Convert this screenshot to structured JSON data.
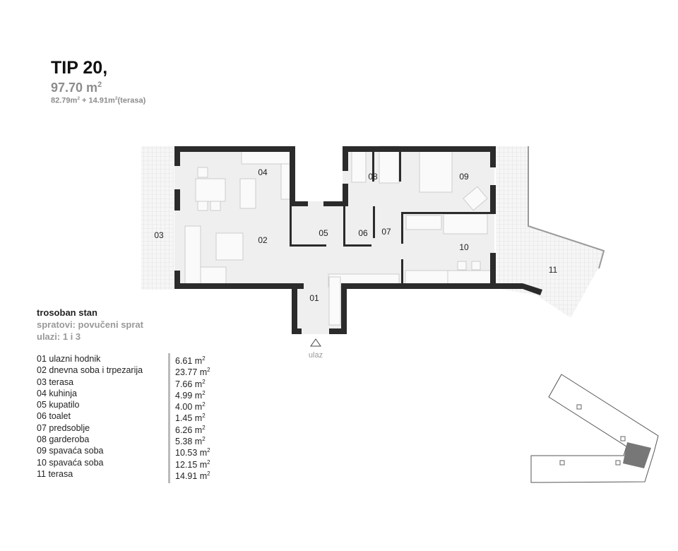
{
  "header": {
    "title": "TIP 20,",
    "total_area": "97.70 m",
    "total_area_sup": "2",
    "area_split_1": "82.79m",
    "area_split_2": " + 14.91m",
    "area_split_3": "(terasa)"
  },
  "info": {
    "type": "trosoban stan",
    "floors": "spratovi: povučeni sprat",
    "entries": "ulazi: 1 i 3"
  },
  "rooms": [
    {
      "name": "01 ulazni hodnik",
      "area": "6.61 m"
    },
    {
      "name": "02 dnevna soba i trpezarija",
      "area": "23.77 m"
    },
    {
      "name": "03 terasa",
      "area": "7.66 m"
    },
    {
      "name": "04 kuhinja",
      "area": "4.99 m"
    },
    {
      "name": "05 kupatilo",
      "area": "4.00 m"
    },
    {
      "name": "06 toalet",
      "area": "1.45 m"
    },
    {
      "name": "07 predsoblje",
      "area": "6.26 m"
    },
    {
      "name": "08 garderoba",
      "area": "5.38 m"
    },
    {
      "name": "09 spavaća soba",
      "area": "10.53 m"
    },
    {
      "name": "10 spavaća soba",
      "area": "12.15 m"
    },
    {
      "name": "11 terasa",
      "area": "14.91 m"
    }
  ],
  "unit_sup": "2",
  "plan": {
    "labels": {
      "r01": "01",
      "r02": "02",
      "r03": "03",
      "r04": "04",
      "r05": "05",
      "r06": "06",
      "r07": "07",
      "r08": "08",
      "r09": "09",
      "r10": "10",
      "r11": "11"
    },
    "entrance": "ulaz",
    "wall_color": "#2b2b2b",
    "floor_color": "#efefef",
    "terrace_color": "#f3f3f3",
    "key_highlight_color": "#777777"
  }
}
